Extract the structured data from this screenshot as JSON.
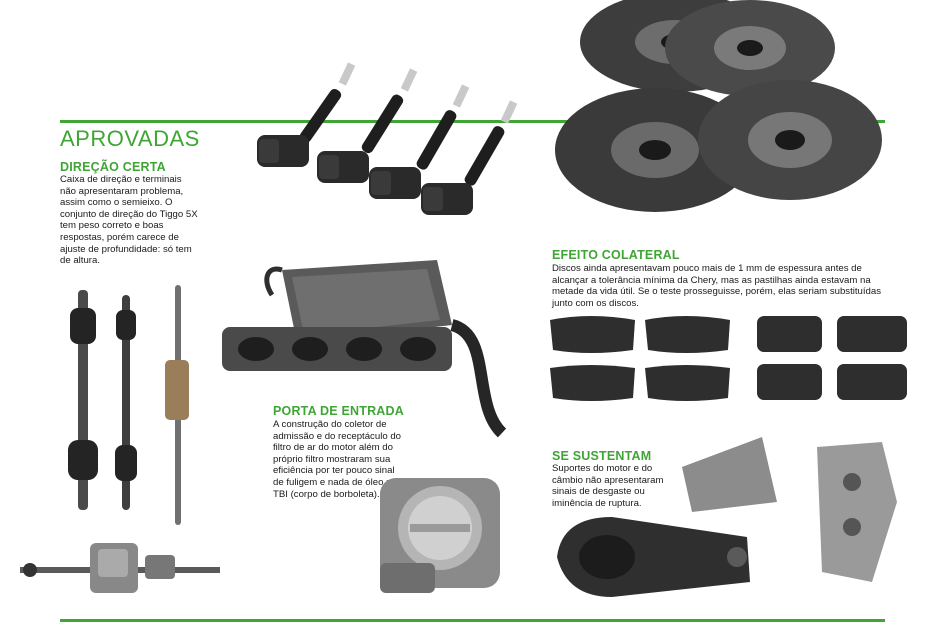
{
  "section_title": "APROVADAS",
  "direcao": {
    "heading": "DIREÇÃO CERTA",
    "text": "Caixa de direção e terminais não apresentaram problema, assim como o semieixo. O conjunto de direção do Tiggo 5X tem peso correto e boas respostas, porém carece de ajuste de profundidade: só tem de altura."
  },
  "porta": {
    "heading": "PORTA DE ENTRADA",
    "text": "A construção do coletor de admissão e do receptáculo do filtro de ar do motor além do próprio filtro mostraram sua eficiência por ter pouco sinal de fuligem e nada de óleo no TBI (corpo de borboleta)."
  },
  "efeito": {
    "heading": "EFEITO COLATERAL",
    "text": "Discos ainda apresentavam pouco mais de 1 mm de espessura antes de alcançar a tolerância mínima da Chery, mas as pastilhas ainda estavam na metade da vida útil. Se o teste prosseguisse, porém, elas seriam substituídas junto com os discos."
  },
  "sustentam": {
    "heading": "SE SUSTENTAM",
    "text": "Suportes do motor e do câmbio não apresentaram sinais de desgaste ou iminência de ruptura."
  },
  "colors": {
    "accent": "#3fa535",
    "text": "#1a1a1a"
  }
}
